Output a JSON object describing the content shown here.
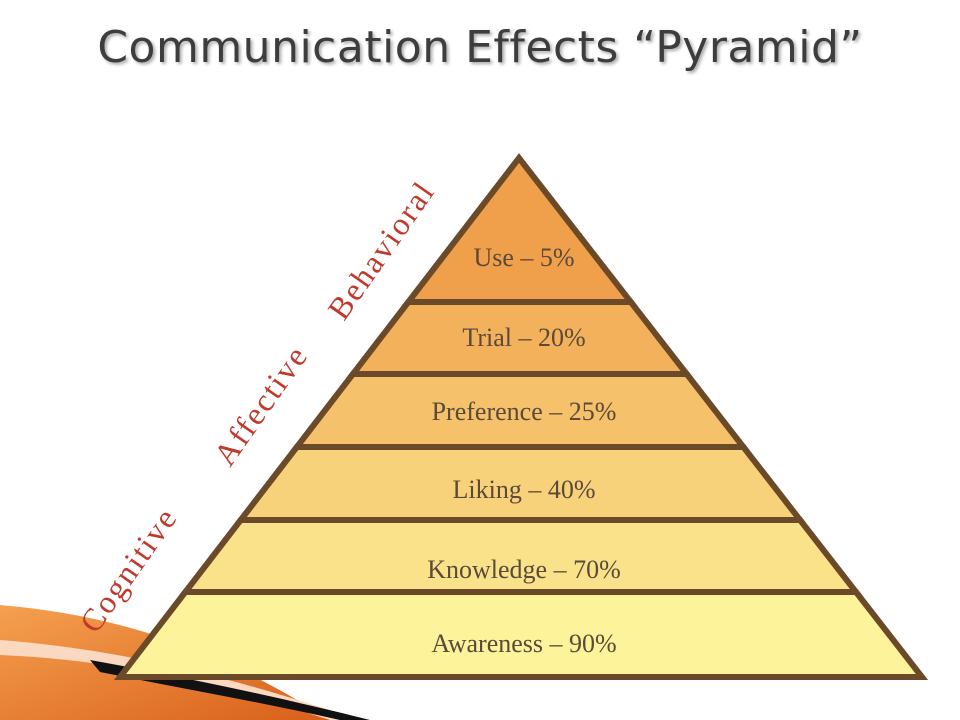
{
  "title": "Communication Effects “Pyramid”",
  "levels": [
    {
      "label": "Use – 5%"
    },
    {
      "label": "Trial – 20%"
    },
    {
      "label": "Preference – 25%"
    },
    {
      "label": "Liking – 40%"
    },
    {
      "label": "Knowledge – 70%"
    },
    {
      "label": "Awareness – 90%"
    }
  ],
  "categories": {
    "behavioral": "Behavioral",
    "affective": "Affective",
    "cognitive": "Cognitive"
  },
  "colors": {
    "outline": "#6b4a2a",
    "top_fill": "#f0a04b",
    "bottom_fill": "#fdf39a",
    "accent_orange": "#e8741f",
    "category_text": "#c0392b"
  }
}
